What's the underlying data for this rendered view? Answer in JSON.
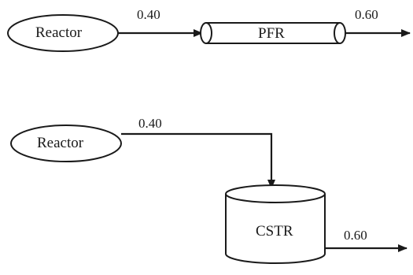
{
  "diagram": {
    "top_row": {
      "source_label": "Reactor",
      "inlet_conversion": "0.40",
      "unit_label": "PFR",
      "outlet_conversion": "0.60"
    },
    "bottom_row": {
      "source_label": "Reactor",
      "inlet_conversion": "0.40",
      "unit_label": "CSTR",
      "outlet_conversion": "0.60"
    }
  }
}
